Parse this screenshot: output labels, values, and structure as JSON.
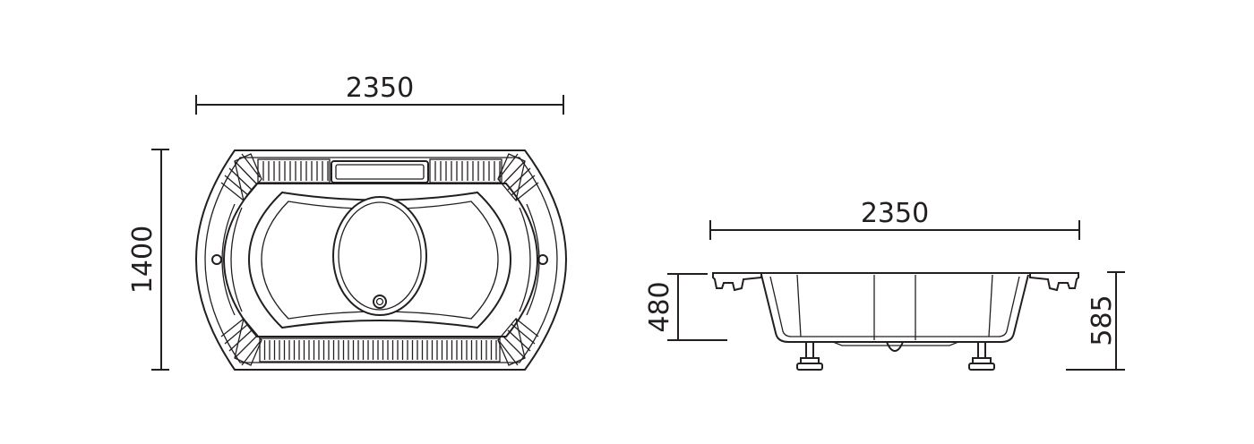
{
  "top_view": {
    "width_dim": "2350",
    "height_dim": "1400"
  },
  "side_view": {
    "width_dim": "2350",
    "rim_height_dim": "480",
    "overall_height_dim": "585"
  },
  "colors": {
    "line": "#231f20",
    "background": "#ffffff"
  }
}
